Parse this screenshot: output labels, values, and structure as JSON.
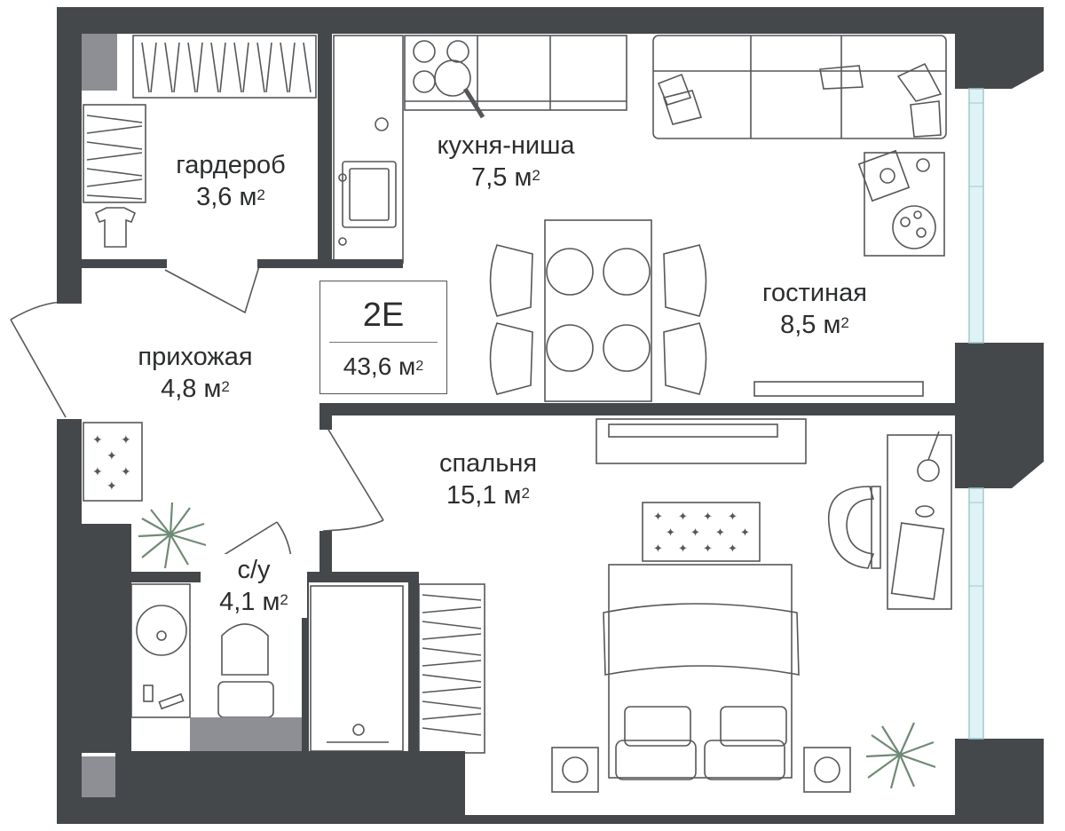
{
  "apartment": {
    "code": "2E",
    "total_area": "43,6 м",
    "area_unit_power": "2"
  },
  "rooms": {
    "wardrobe": {
      "name": "гардероб",
      "area": "3,6 м",
      "power": "2"
    },
    "kitchen": {
      "name": "кухня-ниша",
      "area": "7,5 м",
      "power": "2"
    },
    "living": {
      "name": "гостиная",
      "area": "8,5 м",
      "power": "2"
    },
    "hallway": {
      "name": "прихожая",
      "area": "4,8 м",
      "power": "2"
    },
    "bedroom": {
      "name": "спальня",
      "area": "15,1 м",
      "power": "2"
    },
    "bathroom": {
      "name": "с/у",
      "area": "4,1 м",
      "power": "2"
    }
  },
  "colors": {
    "wall": "#45484b",
    "window_glass": "#dff3f6",
    "fixture_gray": "#8d8f94",
    "line": "#555759",
    "plant": "#6f8a74"
  }
}
